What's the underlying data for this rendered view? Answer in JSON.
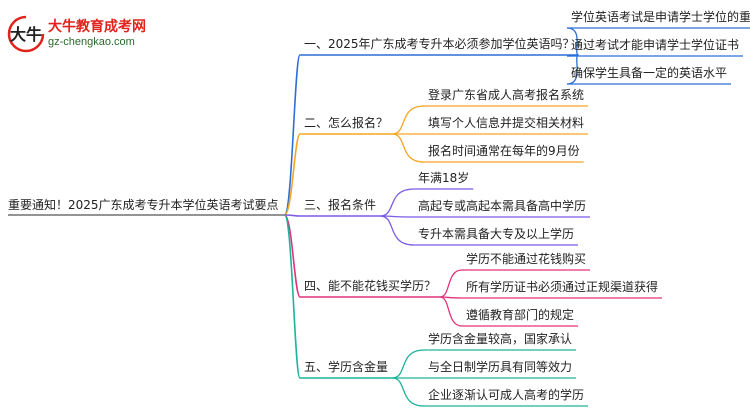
{
  "brand": {
    "name": "大牛教育成考网",
    "url": "gz-chengkao.com"
  },
  "colors": {
    "blue": "#2c6fd6",
    "orange": "#f5a623",
    "purple": "#7b5be6",
    "pink": "#e2327c",
    "teal": "#1fb39c"
  },
  "root": "重要通知！2025广东成考专升本学位英语考试要点",
  "branches": [
    {
      "label": "一、2025年广东成考专升本必须参加学位英语吗？",
      "color": "blue",
      "children": [
        "学位英语考试是申请学士学位的重要条件",
        "通过考试才能申请学士学位证书",
        "确保学生具备一定的英语水平"
      ]
    },
    {
      "label": "二、怎么报名？",
      "color": "orange",
      "children": [
        "登录广东省成人高考报名系统",
        "填写个人信息并提交相关材料",
        "报名时间通常在每年的9月份"
      ]
    },
    {
      "label": "三、报名条件",
      "color": "purple",
      "children": [
        "年满18岁",
        "高起专或高起本需具备高中学历",
        "专升本需具备大专及以上学历"
      ]
    },
    {
      "label": "四、能不能花钱买学历？",
      "color": "pink",
      "children": [
        "学历不能通过花钱购买",
        "所有学历证书必须通过正规渠道获得",
        "遵循教育部门的规定"
      ]
    },
    {
      "label": "五、学历含金量",
      "color": "teal",
      "children": [
        "学历含金量较高，国家承认",
        "与全日制学历具有同等效力",
        "企业逐渐认可成人高考的学历"
      ]
    }
  ]
}
